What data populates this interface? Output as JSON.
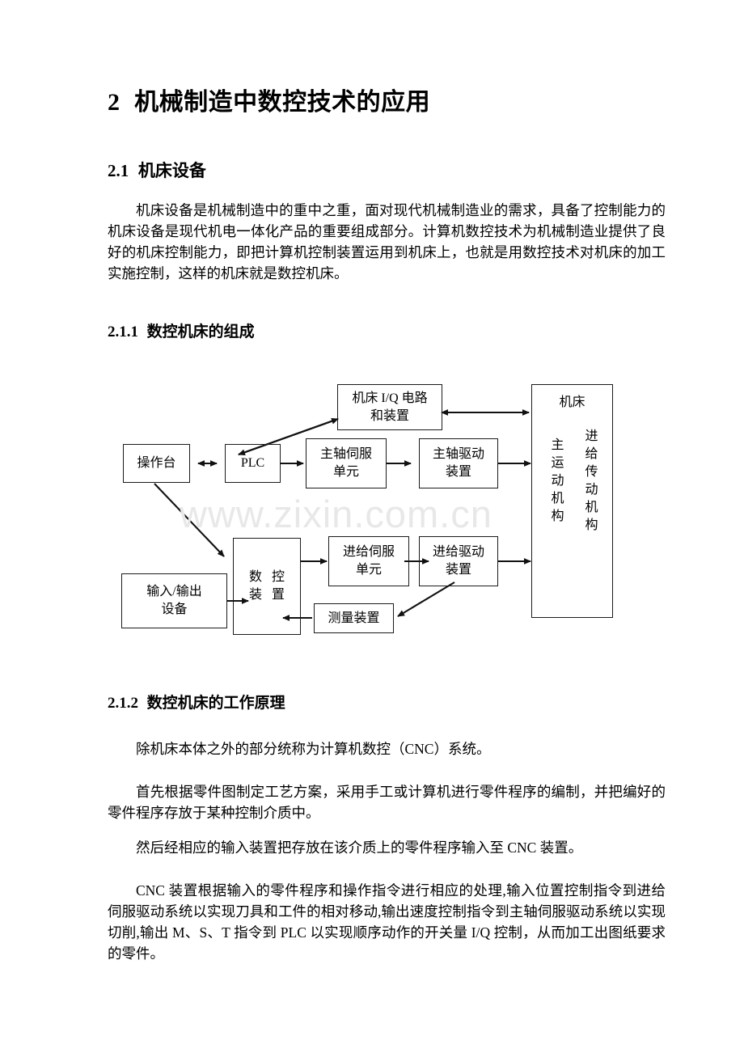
{
  "document": {
    "headings": {
      "chapter_num": "2",
      "chapter_title": "机械制造中数控技术的应用",
      "section_num": "2.1",
      "section_title": "机床设备",
      "sub1_num": "2.1.1",
      "sub1_title": "数控机床的组成",
      "sub2_num": "2.1.2",
      "sub2_title": "数控机床的工作原理"
    },
    "paragraphs": {
      "intro": "机床设备是机械制造中的重中之重，面对现代机械制造业的需求，具备了控制能力的机床设备是现代机电一体化产品的重要组成部分。计算机数控技术为机械制造业提供了良好的机床控制能力，即把计算机控制装置运用到机床上，也就是用数控技术对机床的加工实施控制，这样的机床就是数控机床。",
      "p1": "除机床本体之外的部分统称为计算机数控（CNC）系统。",
      "p2": "首先根据零件图制定工艺方案，采用手工或计算机进行零件程序的编制，并把编好的零件程序存放于某种控制介质中。",
      "p3": "然后经相应的输入装置把存放在该介质上的零件程序输入至 CNC 装置。",
      "p4": "CNC 装置根据输入的零件程序和操作指令进行相应的处理,输入位置控制指令到进给伺服驱动系统以实现刀具和工件的相对移动,输出速度控制指令到主轴伺服驱动系统以实现切削,输出 M、S、T 指令到 PLC 以实现顺序动作的开关量 I/Q 控制，从而加工出图纸要求的零件。"
    },
    "watermark": "www.zixin.com.cn",
    "diagram": {
      "boxes": {
        "io_circuit": {
          "line1": "机床 I/Q 电路",
          "line2": "和装置"
        },
        "console": {
          "line1": "操作台"
        },
        "plc": {
          "line1": "PLC"
        },
        "spindle_servo_unit": {
          "line1": "主轴伺服",
          "line2": "单元"
        },
        "spindle_drive": {
          "line1": "主轴驱动",
          "line2": "装置"
        },
        "cnc_unit": {
          "line1": "数 控",
          "line2": "装 置"
        },
        "io_device": {
          "line1": "输入/输出",
          "line2": "设备"
        },
        "feed_servo_unit": {
          "line1": "进给伺服",
          "line2": "单元"
        },
        "feed_drive": {
          "line1": "进给驱动",
          "line2": "装置"
        },
        "measuring_device": {
          "line1": "测量装置"
        },
        "machine_tool": {
          "title": "机床",
          "col1": "主运动机构",
          "col2": "进给传动机构"
        }
      }
    }
  }
}
